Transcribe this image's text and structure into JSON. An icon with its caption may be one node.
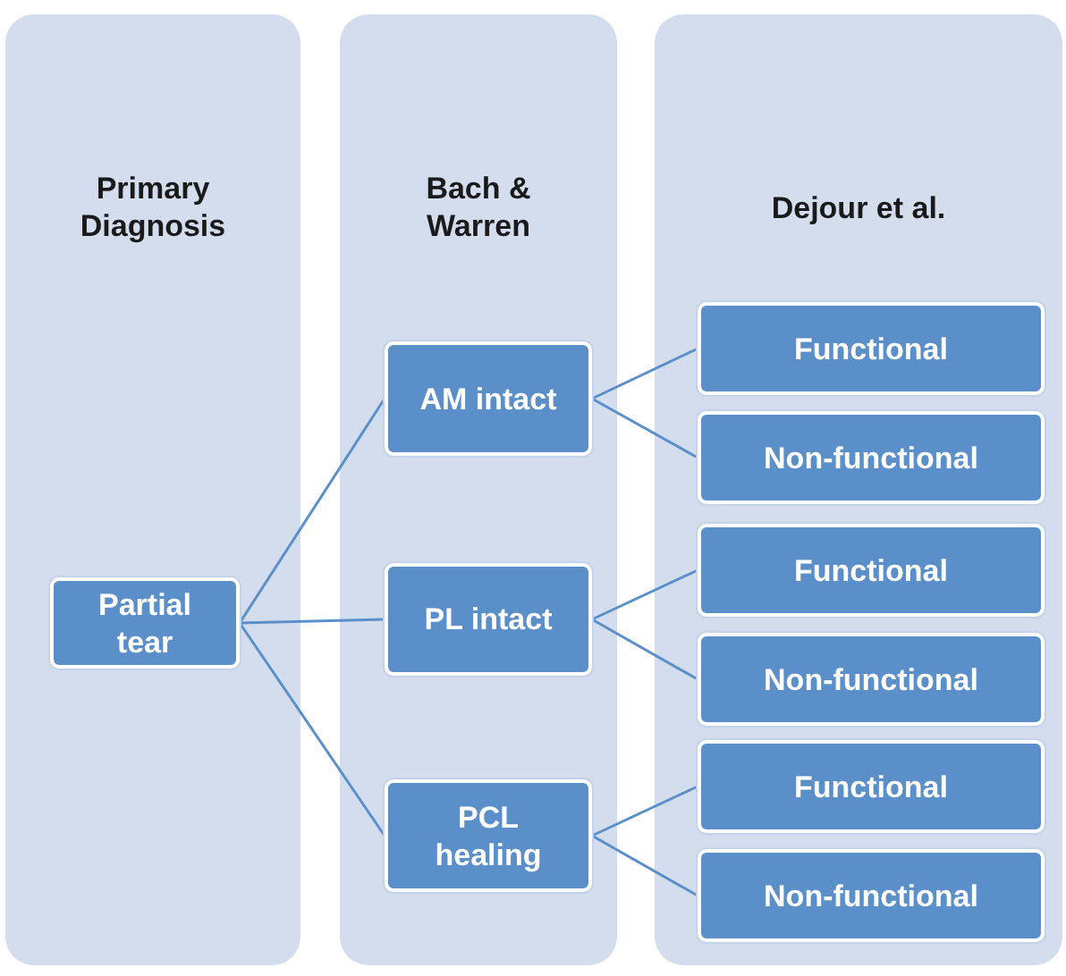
{
  "diagram": {
    "nodes": [
      {
        "text": [
          "Primary Diagnosis"
        ]
      },
      {
        "text": [
          "Partial tear"
        ],
        "in": 0
      },
      {
        "text": [
          "Bach & Warren"
        ]
      },
      {
        "text": [
          "AM intact"
        ],
        "in": 2
      },
      {
        "text": [
          "PL intact"
        ],
        "in": 2
      },
      {
        "text": [
          "PCL healing"
        ],
        "in": 2
      },
      {
        "text": [
          "Dejour et al."
        ]
      },
      {
        "text": [
          "Functional"
        ],
        "in": 6
      },
      {
        "text": [
          "Non-functional"
        ],
        "in": 6
      },
      {
        "text": [
          "Functional"
        ],
        "in": 6
      },
      {
        "text": [
          "Non-functional"
        ],
        "in": 6
      },
      {
        "text": [
          "Functional"
        ],
        "in": 6
      },
      {
        "text": [
          "Non-functional"
        ],
        "in": 6
      }
    ],
    "edges": [
      {
        "from": 1,
        "to": 3,
        "arrow": "none"
      },
      {
        "from": 1,
        "to": 4,
        "arrow": "none"
      },
      {
        "from": 1,
        "to": 5,
        "arrow": "none"
      },
      {
        "from": 3,
        "to": 7,
        "arrow": "none"
      },
      {
        "from": 3,
        "to": 8,
        "arrow": "none"
      },
      {
        "from": 4,
        "to": 9,
        "arrow": "none"
      },
      {
        "from": 4,
        "to": 10,
        "arrow": "none"
      },
      {
        "from": 5,
        "to": 11,
        "arrow": "none"
      },
      {
        "from": 5,
        "to": 12,
        "arrow": "none"
      }
    ]
  }
}
